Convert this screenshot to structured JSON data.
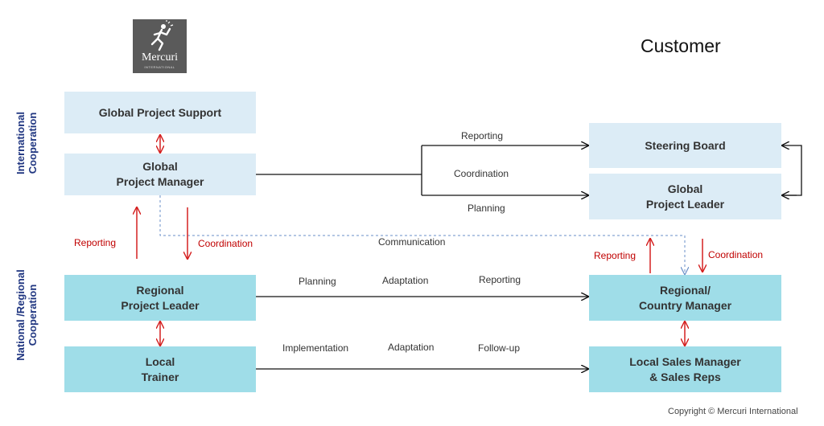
{
  "logo": {
    "name": "Mercuri",
    "sub": "INTERNATIONAL"
  },
  "customer_title": "Customer",
  "side_labels": {
    "international": "International\nCooperation",
    "national": "National /Regional\nCooperation"
  },
  "boxes": {
    "global_support": "Global Project Support",
    "global_pm": "Global\nProject Manager",
    "steering_board": "Steering Board",
    "customer_global_pl": "Global\nProject Leader",
    "regional_pl": "Regional\nProject Leader",
    "local_trainer": "Local\nTrainer",
    "country_manager": "Regional/\nCountry Manager",
    "local_sales": "Local Sales Manager\n& Sales Reps"
  },
  "labels": {
    "top_reporting": "Reporting",
    "top_coordination": "Coordination",
    "top_planning": "Planning",
    "left_reporting": "Reporting",
    "left_coordination": "Coordination",
    "communication": "Communication",
    "right_reporting": "Reporting",
    "right_coordination": "Coordination",
    "mid_planning": "Planning",
    "mid_adaptation": "Adaptation",
    "mid_reporting": "Reporting",
    "low_implementation": "Implementation",
    "low_adaptation": "Adaptation",
    "low_followup": "Follow-up"
  },
  "colors": {
    "light_box": "#dcecf6",
    "dark_box": "#9fdde8",
    "red_arrow": "#d42020",
    "dashed_line": "#6a8fc8",
    "side_text": "#1f3580"
  },
  "copyright": "Copyright © Mercuri International"
}
